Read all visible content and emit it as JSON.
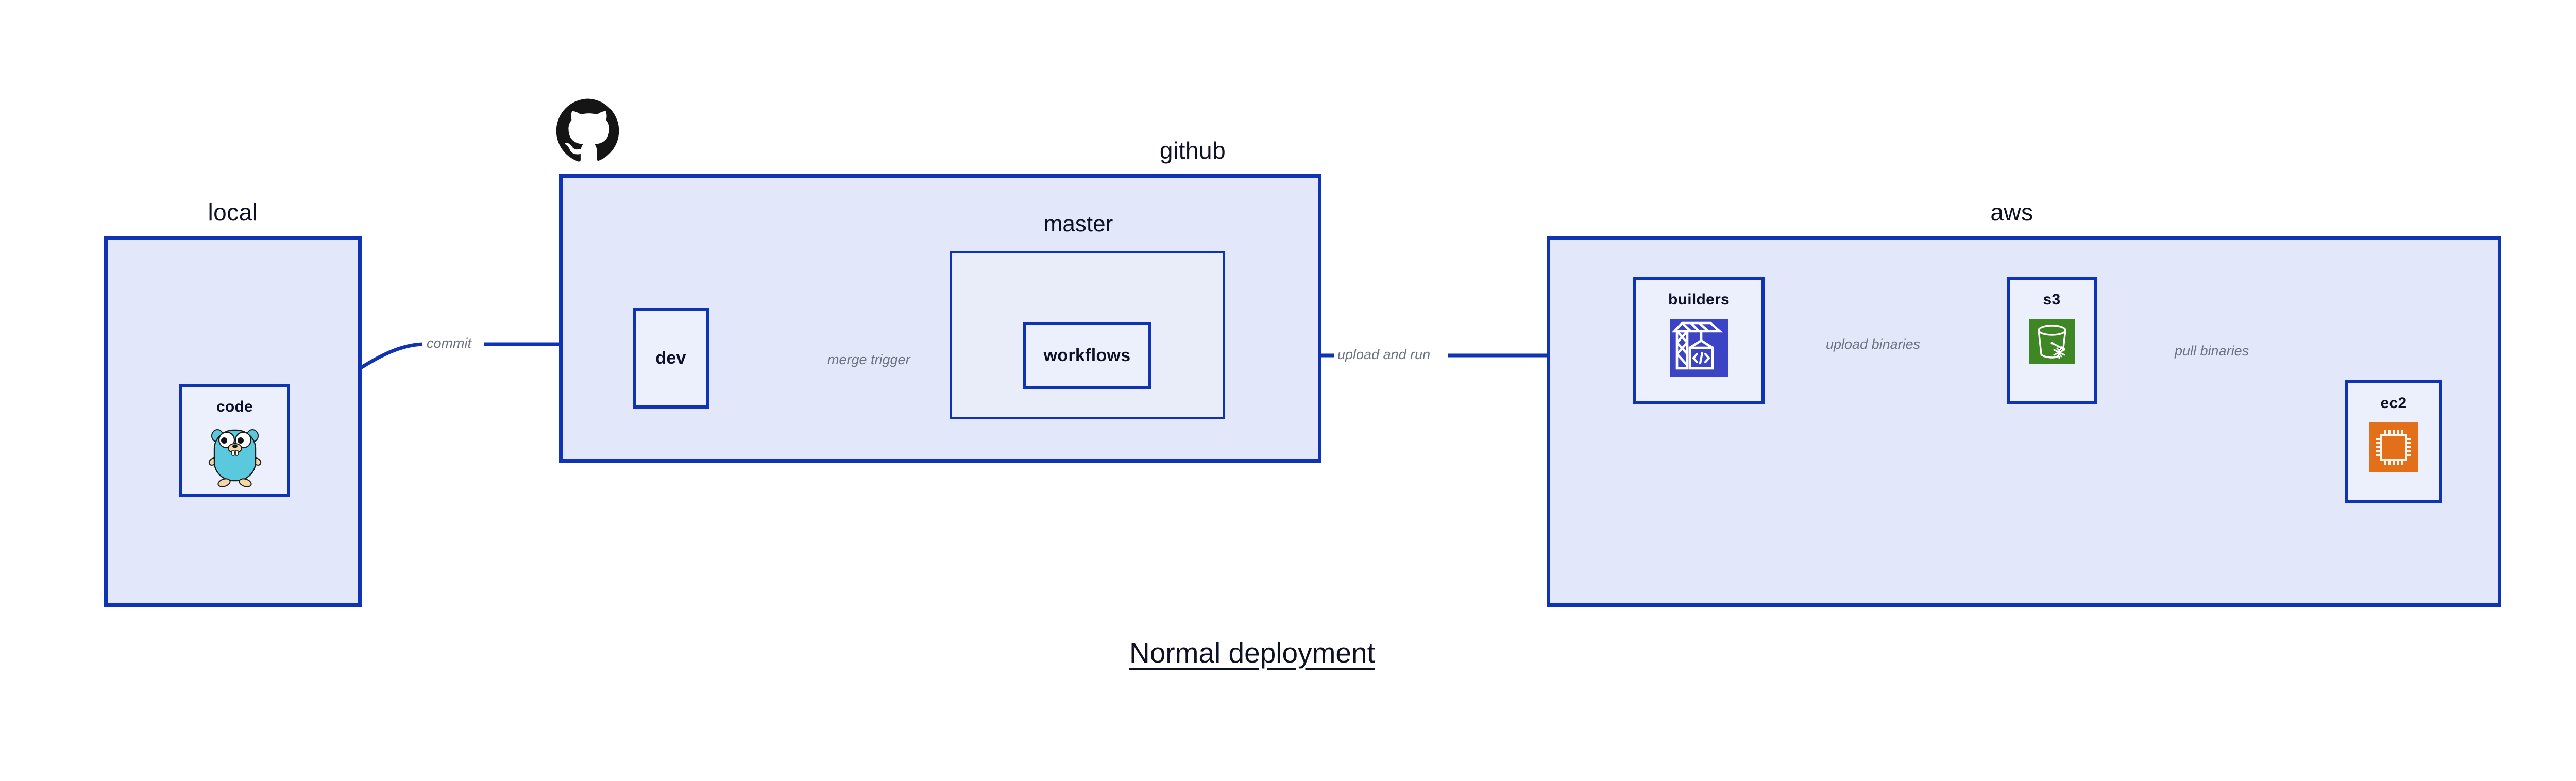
{
  "diagram": {
    "title": "Normal deployment",
    "groups": [
      {
        "id": "local",
        "label": "local"
      },
      {
        "id": "github",
        "label": "github"
      },
      {
        "id": "aws",
        "label": "aws"
      }
    ],
    "subgroups": [
      {
        "id": "master",
        "label": "master",
        "parent": "github"
      }
    ],
    "nodes": [
      {
        "id": "code",
        "label": "code",
        "parent": "local",
        "icon": "go-gopher-icon",
        "icon_color": "#5ac8dd"
      },
      {
        "id": "dev",
        "label": "dev",
        "parent": "github",
        "icon": null,
        "icon_color": null
      },
      {
        "id": "workflows",
        "label": "workflows",
        "parent": "master",
        "icon": null,
        "icon_color": null
      },
      {
        "id": "builders",
        "label": "builders",
        "parent": "aws",
        "icon": "codebuild-crane-icon",
        "icon_color": "#3b44c4"
      },
      {
        "id": "s3",
        "label": "s3",
        "parent": "aws",
        "icon": "s3-bucket-icon",
        "icon_color": "#3f8624"
      },
      {
        "id": "ec2",
        "label": "ec2",
        "parent": "aws",
        "icon": "ec2-chip-icon",
        "icon_color": "#e2701b"
      }
    ],
    "edges": [
      {
        "id": "commit",
        "from": "code",
        "to": "dev",
        "label": "commit"
      },
      {
        "id": "merge-trigger",
        "from": "dev",
        "to": "workflows",
        "label": "merge trigger"
      },
      {
        "id": "upload-and-run",
        "from": "workflows",
        "to": "builders",
        "label": "upload and run"
      },
      {
        "id": "upload-binaries",
        "from": "builders",
        "to": "s3",
        "label": "upload binaries"
      },
      {
        "id": "pull-binaries",
        "from": "s3",
        "to": "ec2",
        "label": "pull binaries"
      }
    ],
    "logos": [
      {
        "id": "github-logo",
        "name": "github-octocat-logo",
        "color": "#151515"
      }
    ],
    "colors": {
      "group_fill": "#e2e7f9",
      "group_border": "#0f33b5",
      "node_fill": "#eceffc",
      "subgroup_fill": "#e9edfa",
      "edge_stroke": "#0f33b5",
      "edge_label": "#6b7280",
      "text": "#0d1126",
      "background": "#ffffff"
    }
  }
}
